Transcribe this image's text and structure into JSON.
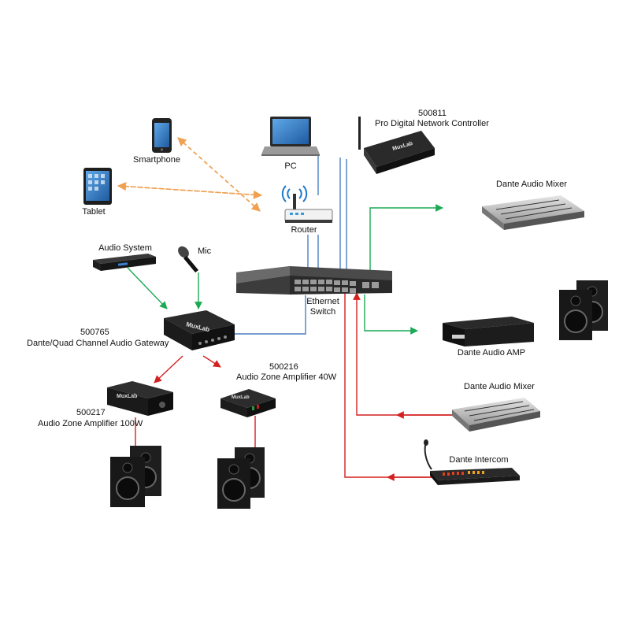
{
  "colors": {
    "network": "#4a7fc1",
    "input": "#1aaa55",
    "output": "#d42020",
    "wireless": "#f0a050",
    "device_dark": "#1b1b1b",
    "device_silver": "#c8c8c8"
  },
  "nodes": {
    "smartphone": {
      "label": "Smartphone"
    },
    "tablet": {
      "label": "Tablet"
    },
    "pc": {
      "label": "PC"
    },
    "controller": {
      "model": "500811",
      "label": "Pro Digital Network Controller"
    },
    "router": {
      "label": "Router"
    },
    "switch": {
      "label_line1": "Ethernet",
      "label_line2": "Switch"
    },
    "audio_system": {
      "label": "Audio System"
    },
    "mic": {
      "label": "Mic"
    },
    "gateway": {
      "model": "500765",
      "label": "Dante/Quad Channel Audio Gateway"
    },
    "amp40": {
      "model": "500216",
      "label": "Audio Zone Amplifier 40W"
    },
    "amp100": {
      "model": "500217",
      "label": "Audio Zone Amplifier 100W"
    },
    "mixer_top": {
      "label": "Dante Audio Mixer"
    },
    "dante_amp": {
      "label": "Dante Audio AMP"
    },
    "mixer_bottom": {
      "label": "Dante Audio Mixer"
    },
    "intercom": {
      "label": "Dante Intercom"
    }
  },
  "brand": "MuxLab"
}
